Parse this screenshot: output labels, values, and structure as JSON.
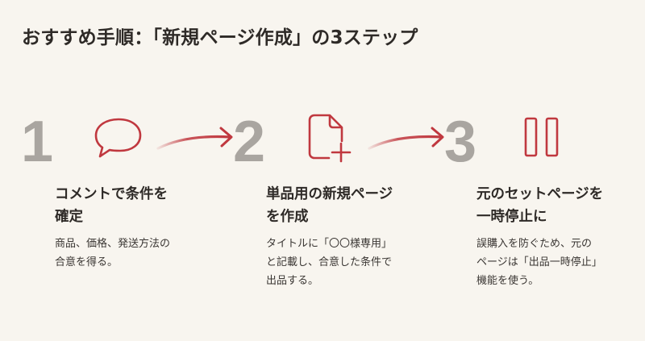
{
  "title": "おすすめ手順：「新規ページ作成」の3ステップ",
  "colors": {
    "background": "#f8f5ef",
    "accent": "#c0383f",
    "number": "#a9a5a0",
    "text": "#2e2a27"
  },
  "steps": [
    {
      "number": "1",
      "icon": "speech-bubble-icon",
      "heading_line1": "コメントで条件を",
      "heading_line2": "確定",
      "desc_line1": "商品、価格、発送方法の",
      "desc_line2": "合意を得る。",
      "desc_line3": ""
    },
    {
      "number": "2",
      "icon": "new-document-icon",
      "heading_line1": "単品用の新規ページ",
      "heading_line2": "を作成",
      "desc_line1": "タイトルに「〇〇様専用」",
      "desc_line2": "と記載し、合意した条件で",
      "desc_line3": "出品する。"
    },
    {
      "number": "3",
      "icon": "pause-icon",
      "heading_line1": "元のセットページを",
      "heading_line2": "一時停止に",
      "desc_line1": "誤購入を防ぐため、元の",
      "desc_line2": "ページは「出品一時停止」",
      "desc_line3": "機能を使う。"
    }
  ],
  "arrows": [
    {
      "from": "1",
      "to": "2",
      "icon": "arrow-right-icon"
    },
    {
      "from": "2",
      "to": "3",
      "icon": "arrow-right-icon"
    }
  ]
}
